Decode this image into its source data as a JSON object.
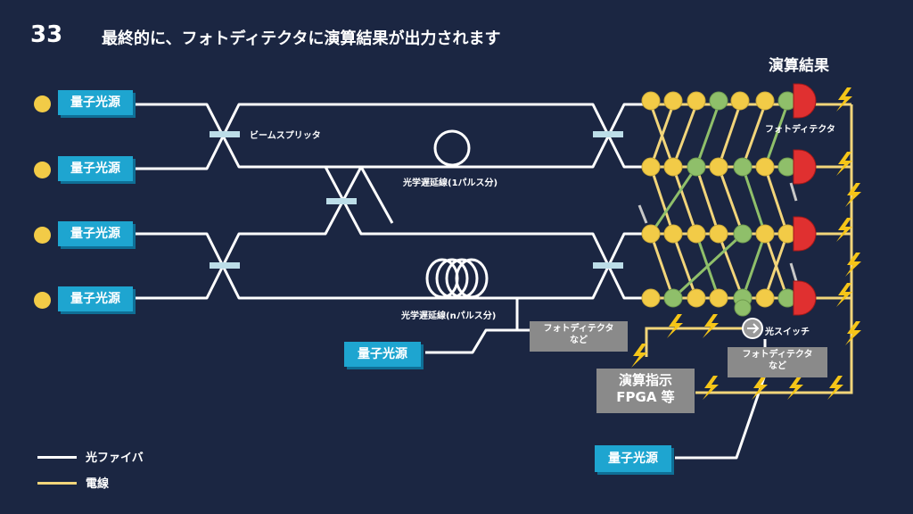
{
  "header": {
    "slide_number": "33",
    "title": "最終的に、フォトディテクタに演算結果が出力されます"
  },
  "result_title": "演算結果",
  "sources": {
    "label": "量子光源"
  },
  "labels": {
    "beam_splitter": "ビームスプリッタ",
    "delay_1": "光学遅延線(1パルス分)",
    "delay_n": "光学遅延線(nパルス分)",
    "photodetector": "フォトディテクタ",
    "optical_switch": "光スイッチ"
  },
  "gray_boxes": {
    "detector_left": {
      "line1": "フォトディテクタ",
      "line2": "など"
    },
    "detector_right": {
      "line1": "フォトディテクタ",
      "line2": "など"
    },
    "fpga": {
      "line1": "演算指示",
      "line2": "FPGA 等"
    }
  },
  "legend": {
    "fiber": "光ファイバ",
    "wire": "電線"
  },
  "colors": {
    "background": "#1b2642",
    "fiber": "#ffffff",
    "wire": "#f2d57a",
    "source": "#1ea5d0",
    "node_yellow": "#f2cb47",
    "node_green": "#8fbf6a",
    "detector": "#e03030",
    "gray_box": "#8a8a8a"
  }
}
